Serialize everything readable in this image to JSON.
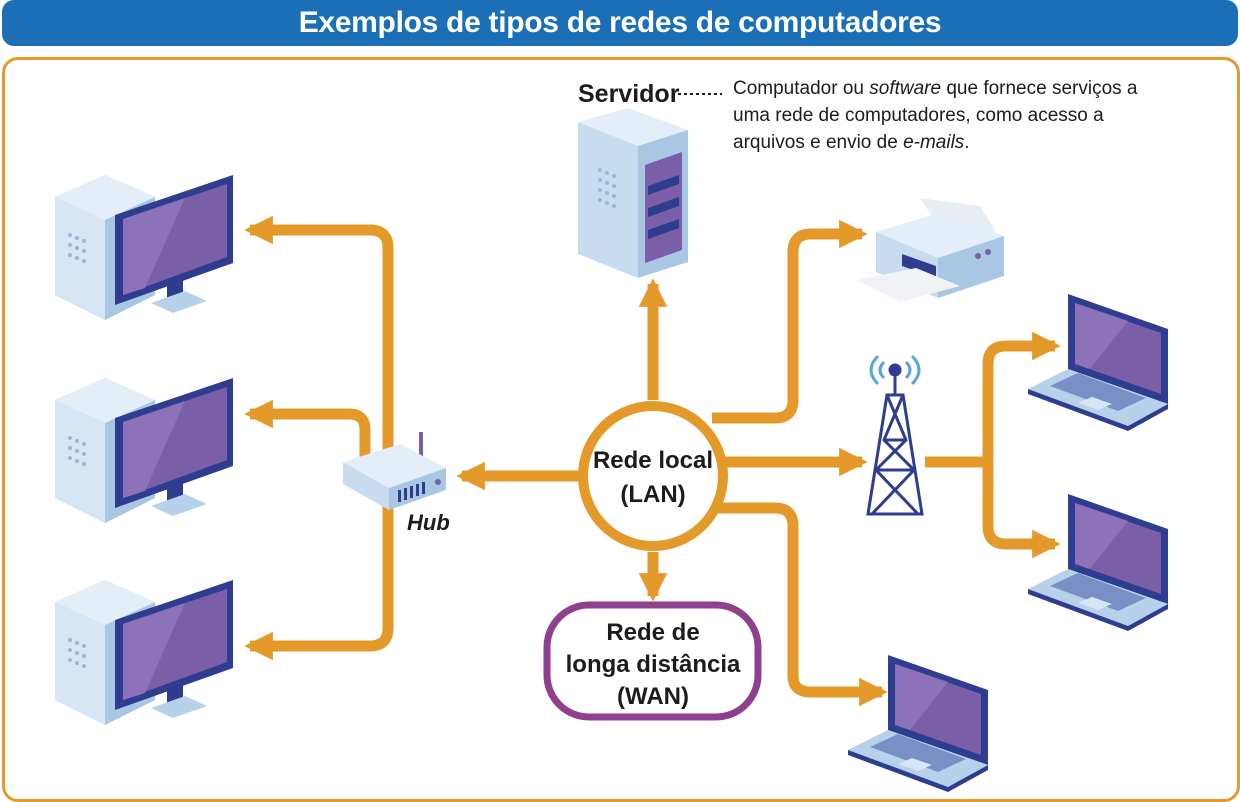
{
  "header": {
    "title": "Exemplos de tipos de redes de computadores"
  },
  "labels": {
    "server": "Servidor",
    "hub": "Hub",
    "lan_line1": "Rede local",
    "lan_line2": "(LAN)",
    "wan_line1": "Rede de",
    "wan_line2": "longa distância",
    "wan_line3": "(WAN)"
  },
  "server_description": {
    "part1": "Computador ou ",
    "part2_italic": "software",
    "part3": " que fornece serviços a uma rede de computadores, como acesso a arquivos e envio de ",
    "part4_italic": "e-mails",
    "part5": "."
  },
  "colors": {
    "title_bg": "#1a6fb6",
    "connection": "#e49a2a",
    "lan_ring": "#e49a2a",
    "wan_ring": "#8e3f8e",
    "screen": "#7b5ea8",
    "device_body": "#b7d1ea",
    "tower_blue": "#2e3d8f"
  },
  "icons": [
    "desktop-computer-icon",
    "server-icon",
    "hub-icon",
    "printer-icon",
    "antenna-tower-icon",
    "laptop-icon"
  ]
}
